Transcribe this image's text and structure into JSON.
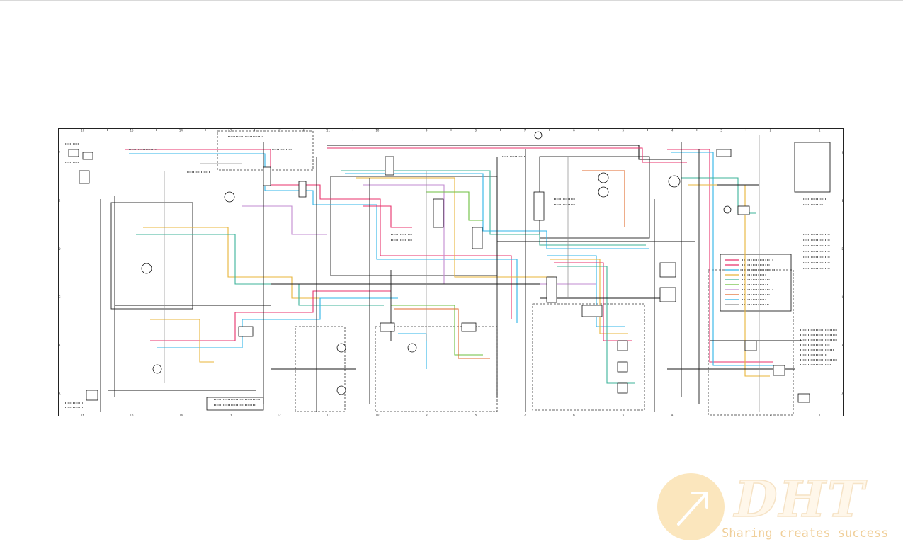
{
  "schematic": {
    "columns": [
      "16",
      "15",
      "14",
      "13",
      "12",
      "11",
      "10",
      "9",
      "8",
      "7",
      "6",
      "5",
      "4",
      "3",
      "2",
      "1"
    ],
    "rows": [
      "F",
      "E",
      "D",
      "C",
      "B",
      "A"
    ],
    "wire_colors": [
      "#e8316b",
      "#2fb5e8",
      "#3cb39a",
      "#e8b43a",
      "#c28bd0",
      "#6dbf3f",
      "#e06a2c",
      "#1a1a1a",
      "#8a8a8a"
    ]
  },
  "watermark": {
    "brand": "DHT",
    "tagline": "Sharing creates success",
    "logo_icon": "arrow-up-right-icon",
    "logo_color": "#fbe6bd",
    "text_color": "#f0cf9a"
  }
}
